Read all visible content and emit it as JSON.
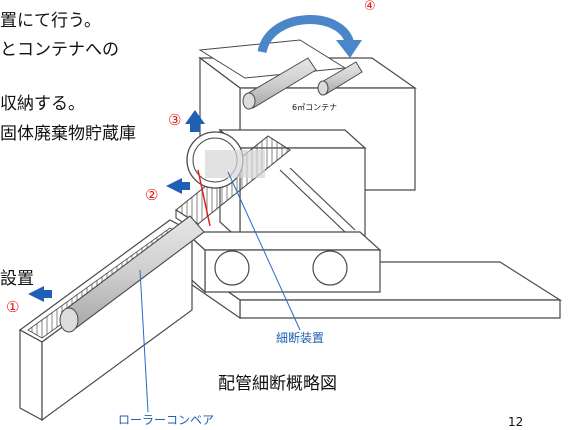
{
  "left_text": {
    "line1": "置にて行う。",
    "line2": "とコンテナへの",
    "line3": "収納する。",
    "line4": "固体廃棄物貯蔵庫",
    "line5": "設置"
  },
  "labels": {
    "container": "6㎥コンテナ",
    "cutter": "細断装置",
    "conveyor": "ローラーコンベア",
    "caption": "配管細断概略図",
    "page_number": "12"
  },
  "steps": [
    "①",
    "②",
    "③",
    "④"
  ],
  "colors": {
    "line": "#4a4a4a",
    "arrow_blue": "#1f5fb5",
    "step_red": "#e02020",
    "label_blue": "#2a6bc4"
  }
}
